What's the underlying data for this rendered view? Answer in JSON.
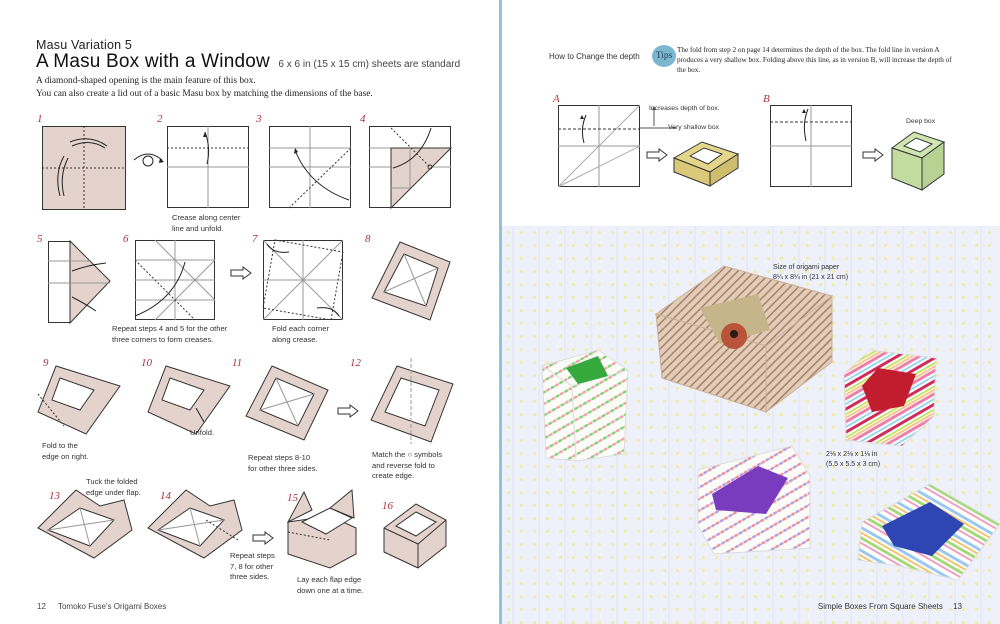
{
  "left_page": {
    "eyebrow": "Masu Variation 5",
    "title": "A Masu Box with a Window",
    "subtitle": "6 x 6 in (15 x 15 cm) sheets are standard",
    "intro": [
      "A diamond-shaped opening is the main feature of this box.",
      "You can also create a lid out of a basic Masu box by matching the dimensions of the base."
    ],
    "steps": [
      {
        "num": "1"
      },
      {
        "num": "2",
        "caption": [
          "Crease along center",
          "line and unfold."
        ]
      },
      {
        "num": "3"
      },
      {
        "num": "4"
      },
      {
        "num": "5"
      },
      {
        "num": "6",
        "caption": [
          "Repeat steps 4 and 5 for the other",
          "three corners to form creases."
        ]
      },
      {
        "num": "7",
        "caption": [
          "Fold each corner",
          "along crease."
        ]
      },
      {
        "num": "8"
      },
      {
        "num": "9",
        "caption": [
          "Fold to the",
          "edge on right."
        ]
      },
      {
        "num": "10",
        "caption": [
          "Unfold."
        ]
      },
      {
        "num": "11",
        "caption": [
          "Repeat steps 8-10",
          "for other three sides."
        ]
      },
      {
        "num": "12",
        "caption": [
          "Match the ○ symbols",
          "and reverse fold to",
          "create edge."
        ]
      },
      {
        "num": "13",
        "caption": [
          "Tuck the folded",
          "edge under flap."
        ]
      },
      {
        "num": "14",
        "caption": [
          "Repeat steps",
          "7, 8 for other",
          "three sides."
        ]
      },
      {
        "num": "15",
        "caption": [
          "Lay each flap edge",
          "down one at a time."
        ]
      },
      {
        "num": "16"
      }
    ],
    "footer": {
      "page": "12",
      "book": "Tomoko Fuse's Origami Boxes"
    }
  },
  "right_page": {
    "tips": {
      "label": "How to Change the depth",
      "badge": "Tips",
      "text": "The fold from step 2 on page 14 determines the depth of the box. The fold line in version A produces a very shallow box. Folding above this line, as in version B, will increase the depth of the box."
    },
    "version_a": {
      "letter": "A",
      "note_up": "Increases depth of box.",
      "note_line": "Very shallow box"
    },
    "version_b": {
      "letter": "B",
      "note": "Deep box"
    },
    "photo": {
      "label_large": [
        "Size of origami paper",
        "8¼ x 8¼ in (21 x 21 cm)"
      ],
      "label_small": [
        "2⅛ x 2⅛ x 1⅛ in",
        "(5.5 x 5.5 x 3 cm)"
      ]
    },
    "footer": {
      "section": "Simple Boxes From Square Sheets",
      "page": "13"
    }
  },
  "colors": {
    "step_number": "#b0303c",
    "paper_pink": "#e3d3cc",
    "box_yellow": "#e3d58a",
    "box_green": "#cfe6b0",
    "tips_badge": "#7db7cf",
    "gutter": "#8ec3d8"
  }
}
